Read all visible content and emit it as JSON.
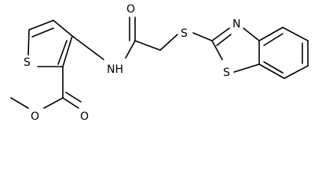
{
  "molecule": {
    "atom_labels": {
      "thiophene_S": "S",
      "amide_N": "NH",
      "amide_O": "O",
      "thioether_S": "S",
      "benzothiazole_N": "N",
      "benzothiazole_S": "S",
      "ester_O_carbonyl": "O",
      "ester_O_ether": "O"
    }
  }
}
